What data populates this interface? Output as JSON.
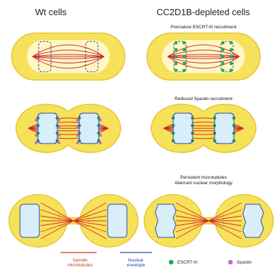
{
  "titles": {
    "left": "Wt cells",
    "right": "CC2D1B-depleted cells"
  },
  "panel_labels": {
    "row1_right": "Premature ESCRT-III recruitment",
    "row2_right": "Reduced Spastin recruitment",
    "row3_right_line1": "Persistent microtubules",
    "row3_right_line2": "Aberrant nuclear morphology"
  },
  "legend": {
    "spindle_line1": "Spindle",
    "spindle_line2": "microtubules",
    "envelope_line1": "Nuclear",
    "envelope_line2": "envelope",
    "escrt": "ESCRT-III",
    "spastin": "Spastin"
  },
  "colors": {
    "cytoplasm": "#f6e25a",
    "cell_outline": "#e5c531",
    "nucleus": "#d8eef8",
    "microtubule": "#d42a2a",
    "envelope": "#2b44b5",
    "escrt": "#1fae4b",
    "spastin": "#c86ad8"
  }
}
